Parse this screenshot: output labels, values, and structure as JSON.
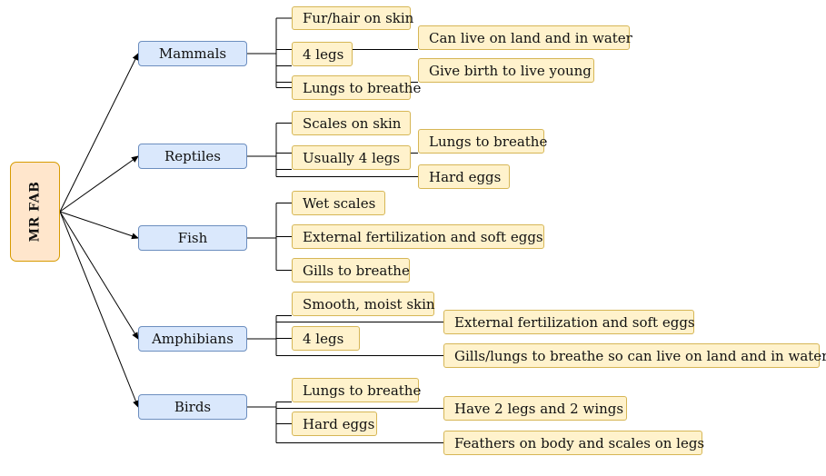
{
  "root": {
    "label": "MR FAB"
  },
  "categories": [
    {
      "label": "Mammals",
      "traits": [
        "Fur/hair on skin",
        "Can live on land and in water",
        "4 legs",
        "Give birth to live young",
        "Lungs to breathe"
      ]
    },
    {
      "label": "Reptiles",
      "traits": [
        "Scales on skin",
        "Lungs to breathe",
        "Usually 4 legs",
        "Hard eggs"
      ]
    },
    {
      "label": "Fish",
      "traits": [
        "Wet scales",
        "External fertilization and soft eggs",
        "Gills to breathe"
      ]
    },
    {
      "label": "Amphibians",
      "traits": [
        "Smooth, moist skin",
        "External fertilization and soft eggs",
        "4 legs",
        "Gills/lungs to breathe so can live on land and in water"
      ]
    },
    {
      "label": "Birds",
      "traits": [
        "Lungs to breathe",
        "Have 2 legs and 2 wings",
        "Hard eggs",
        "Feathers on body and scales on legs"
      ]
    }
  ],
  "colors": {
    "root_fill": "#ffe6cc",
    "root_border": "#d79b00",
    "category_fill": "#dae8fc",
    "category_border": "#6c8ebf",
    "trait_fill": "#fff2cc",
    "trait_border": "#d6b656",
    "line": "#000000"
  }
}
